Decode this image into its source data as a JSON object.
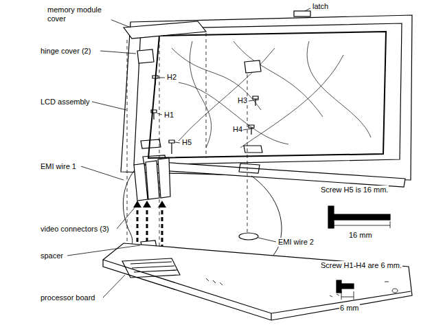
{
  "diagram": {
    "labels": [
      "memory module cover",
      "latch",
      "hinge cover (2)",
      "H2",
      "LCD assembly",
      "H3",
      "H1",
      "H4",
      "H5",
      "EMI wire 1",
      "video connectors (3)",
      "spacer",
      "processor board",
      "EMI wire 2",
      "Screw H5 is 16 mm.",
      "16 mm",
      "Screw H1-H4 are 6 mm.",
      "6 mm"
    ]
  }
}
